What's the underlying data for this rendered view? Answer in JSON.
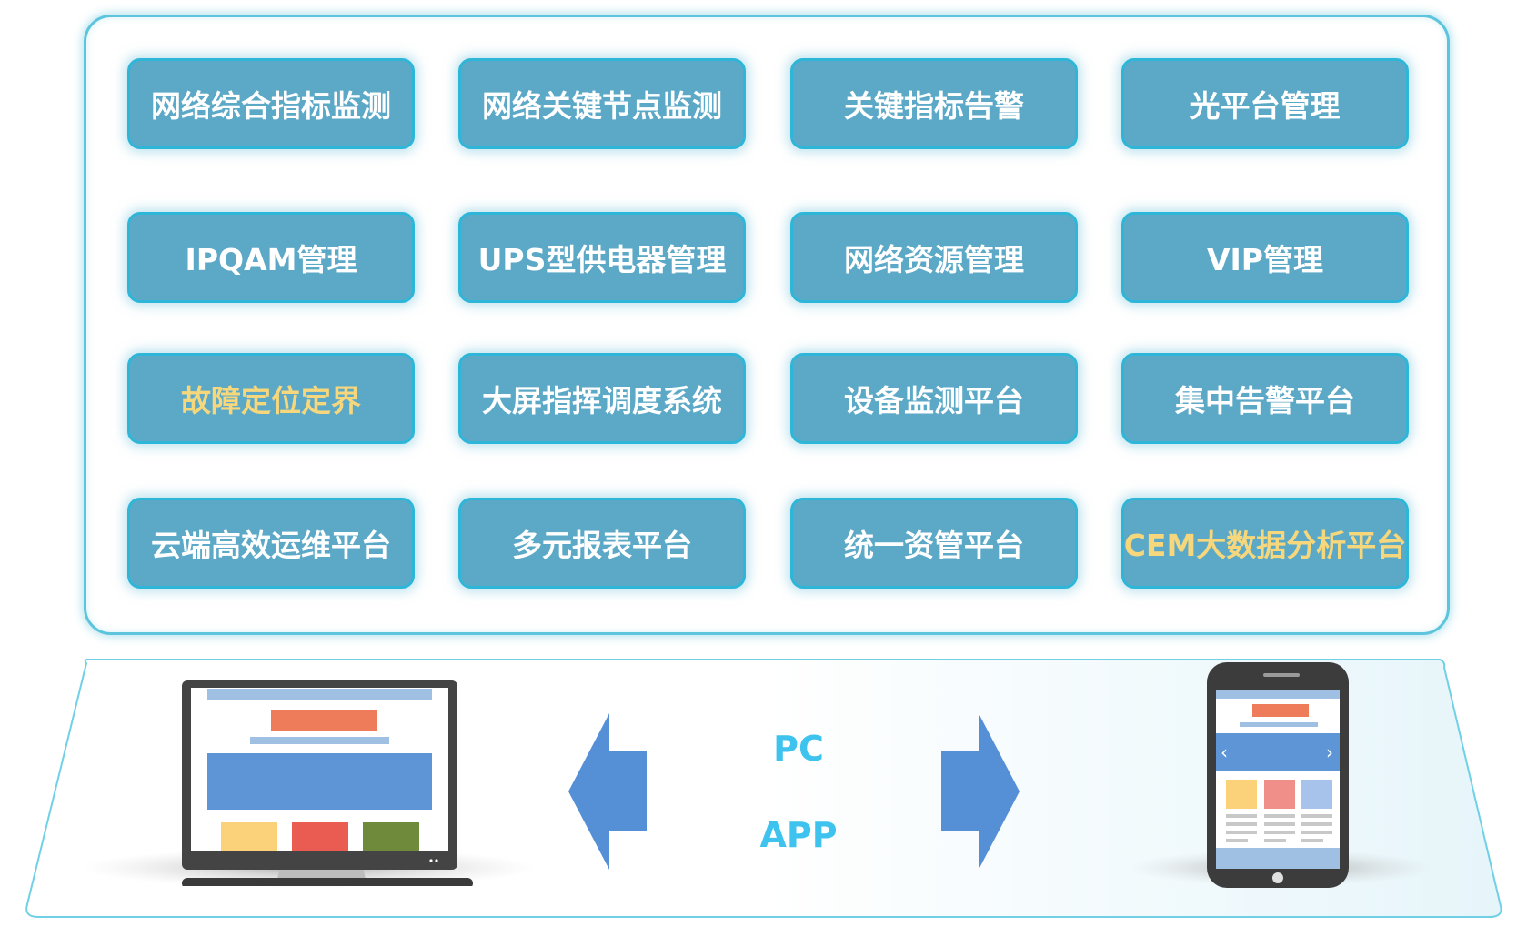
{
  "modules": [
    {
      "label": "网络综合指标监测",
      "highlight": false
    },
    {
      "label": "网络关键节点监测",
      "highlight": false
    },
    {
      "label": "关键指标告警",
      "highlight": false
    },
    {
      "label": "光平台管理",
      "highlight": false
    },
    {
      "label": "IPQAM管理",
      "highlight": false
    },
    {
      "label": "UPS型供电器管理",
      "highlight": false
    },
    {
      "label": "网络资源管理",
      "highlight": false
    },
    {
      "label": "VIP管理",
      "highlight": false
    },
    {
      "label": "故障定位定界",
      "highlight": true
    },
    {
      "label": "大屏指挥调度系统",
      "highlight": false
    },
    {
      "label": "设备监测平台",
      "highlight": false
    },
    {
      "label": "集中告警平台",
      "highlight": false
    },
    {
      "label": "云端高效运维平台",
      "highlight": false
    },
    {
      "label": "多元报表平台",
      "highlight": false
    },
    {
      "label": "统一资管平台",
      "highlight": false
    },
    {
      "label": "CEM大数据分析平台",
      "highlight": true
    }
  ],
  "platforms": {
    "pc_label": "PC",
    "app_label": "APP"
  },
  "colors": {
    "module_fill": "#5ca9c7",
    "module_border": "#2eb6d8",
    "module_text": "#ffffff",
    "highlight_text": "#f7d77c",
    "arrow": "#5590d6",
    "platform_label": "#3ec3ef"
  },
  "icons": {
    "desktop": "desktop-monitor-icon",
    "mobile": "mobile-phone-icon",
    "left_arrow": "arrow-left-icon",
    "right_arrow": "arrow-right-icon"
  }
}
